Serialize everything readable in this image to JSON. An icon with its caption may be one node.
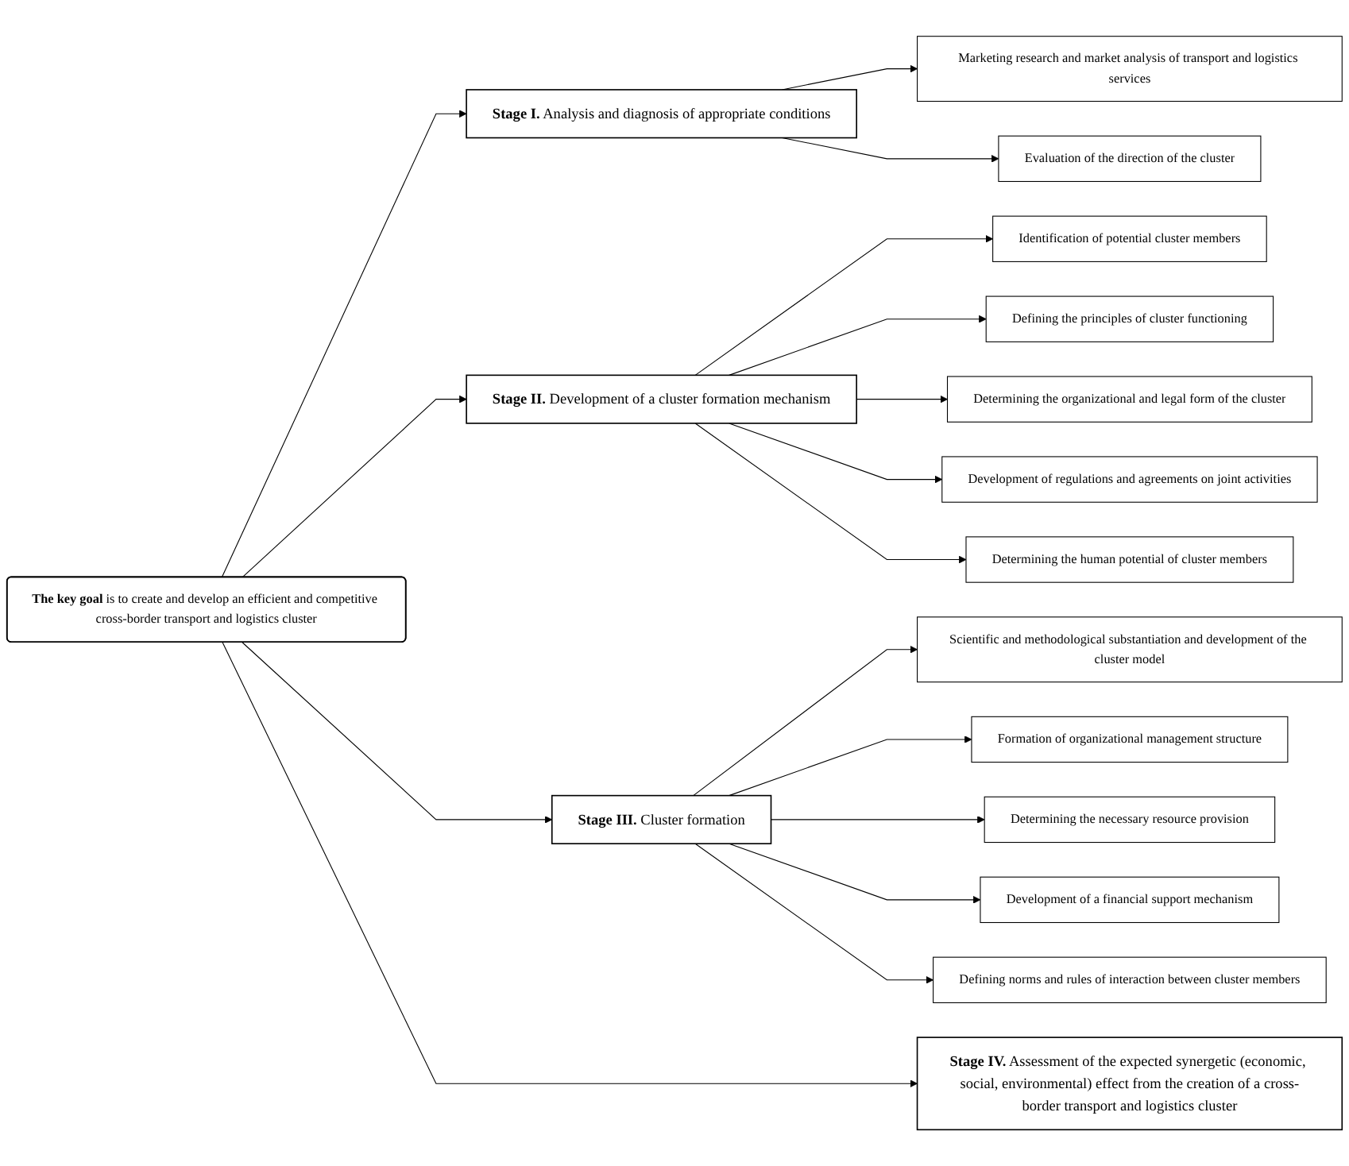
{
  "diagram": {
    "nodes": [
      {
        "text": [
          "**The key goal** is to create and develop an efficient and competitive cross-border transport and logistics cluster"
        ]
      },
      {
        "text": [
          "**Stage I.** Analysis and diagnosis of appropriate conditions"
        ]
      },
      {
        "text": [
          "Marketing research and market analysis of transport and logistics services"
        ]
      },
      {
        "text": [
          "Evaluation of the direction of the cluster"
        ]
      },
      {
        "text": [
          "**Stage II.** Development of a cluster formation mechanism"
        ]
      },
      {
        "text": [
          "Identification of potential cluster members"
        ]
      },
      {
        "text": [
          "Defining the principles of cluster functioning"
        ]
      },
      {
        "text": [
          "Determining the organizational and legal form of the cluster"
        ]
      },
      {
        "text": [
          "Development of regulations and agreements on joint activities"
        ]
      },
      {
        "text": [
          "Determining the human potential of cluster members"
        ]
      },
      {
        "text": [
          "**Stage III.** Cluster formation"
        ]
      },
      {
        "text": [
          "Scientific and methodological substantiation and development of the cluster model"
        ]
      },
      {
        "text": [
          "Formation of organizational management structure"
        ]
      },
      {
        "text": [
          "Determining the necessary resource provision"
        ]
      },
      {
        "text": [
          "Development of a financial support mechanism"
        ]
      },
      {
        "text": [
          "Defining norms and rules of interaction between cluster members"
        ]
      },
      {
        "text": [
          "**Stage IV.** Assessment of the expected synergetic (economic, social, environmental) effect from the creation of a cross-border transport and logistics cluster"
        ]
      }
    ],
    "edges": [
      {
        "from": 0,
        "to": 1,
        "arrow": "to"
      },
      {
        "from": 0,
        "to": 4,
        "arrow": "to"
      },
      {
        "from": 0,
        "to": 10,
        "arrow": "to"
      },
      {
        "from": 0,
        "to": 16,
        "arrow": "to"
      },
      {
        "from": 1,
        "to": 2,
        "arrow": "to"
      },
      {
        "from": 1,
        "to": 3,
        "arrow": "to"
      },
      {
        "from": 4,
        "to": 5,
        "arrow": "to"
      },
      {
        "from": 4,
        "to": 6,
        "arrow": "to"
      },
      {
        "from": 4,
        "to": 7,
        "arrow": "to"
      },
      {
        "from": 4,
        "to": 8,
        "arrow": "to"
      },
      {
        "from": 4,
        "to": 9,
        "arrow": "to"
      },
      {
        "from": 10,
        "to": 11,
        "arrow": "to"
      },
      {
        "from": 10,
        "to": 12,
        "arrow": "to"
      },
      {
        "from": 10,
        "to": 13,
        "arrow": "to"
      },
      {
        "from": 10,
        "to": 14,
        "arrow": "to"
      },
      {
        "from": 10,
        "to": 15,
        "arrow": "to"
      }
    ]
  }
}
